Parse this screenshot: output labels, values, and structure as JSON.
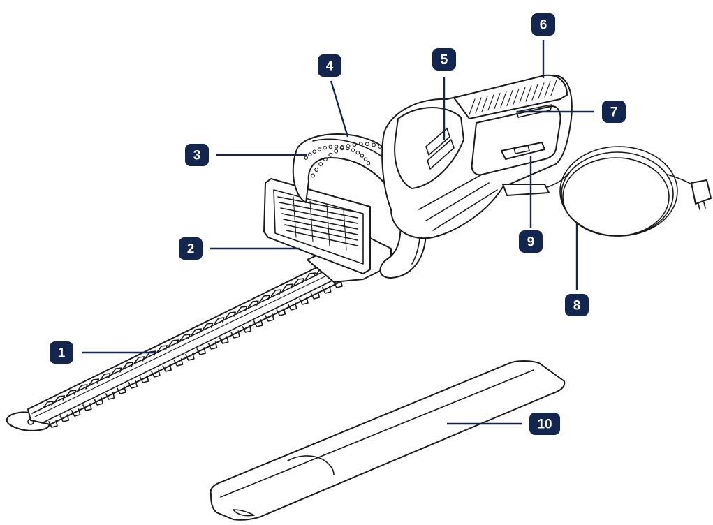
{
  "callouts": [
    {
      "number": "1"
    },
    {
      "number": "2"
    },
    {
      "number": "3"
    },
    {
      "number": "4"
    },
    {
      "number": "5"
    },
    {
      "number": "6"
    },
    {
      "number": "7"
    },
    {
      "number": "8"
    },
    {
      "number": "9"
    },
    {
      "number": "10"
    }
  ],
  "colors": {
    "callout_fill": "#13264f",
    "callout_text": "#ffffff",
    "outline": "#1a1a1a"
  }
}
